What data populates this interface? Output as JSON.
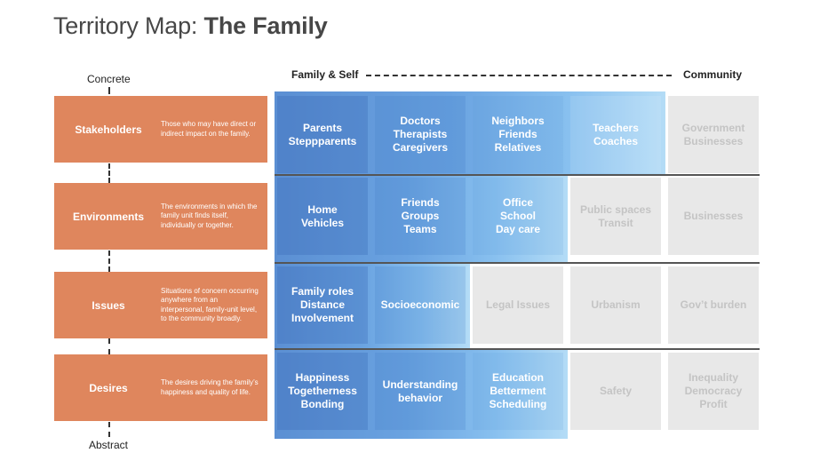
{
  "title": {
    "prefix": "Territory Map: ",
    "emphasis": "The Family"
  },
  "axis": {
    "top_label": "Concrete",
    "bottom_label": "Abstract",
    "left_scale": "Family & Self",
    "right_scale": "Community"
  },
  "rows": [
    {
      "name": "Stakeholders",
      "description": "Those who may have direct or indirect impact on the family.",
      "cells": [
        {
          "lines": [
            "Parents",
            "Steppparents"
          ],
          "active": true
        },
        {
          "lines": [
            "Doctors",
            "Therapists",
            "Caregivers"
          ],
          "active": true
        },
        {
          "lines": [
            "Neighbors",
            "Friends",
            "Relatives"
          ],
          "active": true
        },
        {
          "lines": [
            "Teachers",
            "Coaches"
          ],
          "active": true
        },
        {
          "lines": [
            "Government",
            "Businesses"
          ],
          "active": false
        }
      ]
    },
    {
      "name": "Environments",
      "description": "The environments in which the family unit finds itself, individually or together.",
      "cells": [
        {
          "lines": [
            "Home",
            "Vehicles"
          ],
          "active": true
        },
        {
          "lines": [
            "Friends",
            "Groups",
            "Teams"
          ],
          "active": true
        },
        {
          "lines": [
            "Office",
            "School",
            "Day care"
          ],
          "active": true
        },
        {
          "lines": [
            "Public spaces",
            "Transit"
          ],
          "active": false
        },
        {
          "lines": [
            "Businesses"
          ],
          "active": false
        }
      ]
    },
    {
      "name": "Issues",
      "description": "Situations of concern occurring anywhere from an interpersonal, family-unit level, to the community broadly.",
      "cells": [
        {
          "lines": [
            "Family roles",
            "Distance",
            "Involvement"
          ],
          "active": true
        },
        {
          "lines": [
            "Socioeconomic"
          ],
          "active": true
        },
        {
          "lines": [
            "Legal Issues"
          ],
          "active": false
        },
        {
          "lines": [
            "Urbanism"
          ],
          "active": false
        },
        {
          "lines": [
            "Gov’t burden"
          ],
          "active": false
        }
      ]
    },
    {
      "name": "Desires",
      "description": "The desires driving the family’s happiness and quality of life.",
      "cells": [
        {
          "lines": [
            "Happiness",
            "Togetherness",
            "Bonding"
          ],
          "active": true
        },
        {
          "lines": [
            "Understanding",
            "behavior"
          ],
          "active": true
        },
        {
          "lines": [
            "Education",
            "Betterment",
            "Scheduling"
          ],
          "active": true
        },
        {
          "lines": [
            "Safety"
          ],
          "active": false
        },
        {
          "lines": [
            "Inequality",
            "Democracy",
            "Profit"
          ],
          "active": false
        }
      ]
    }
  ]
}
